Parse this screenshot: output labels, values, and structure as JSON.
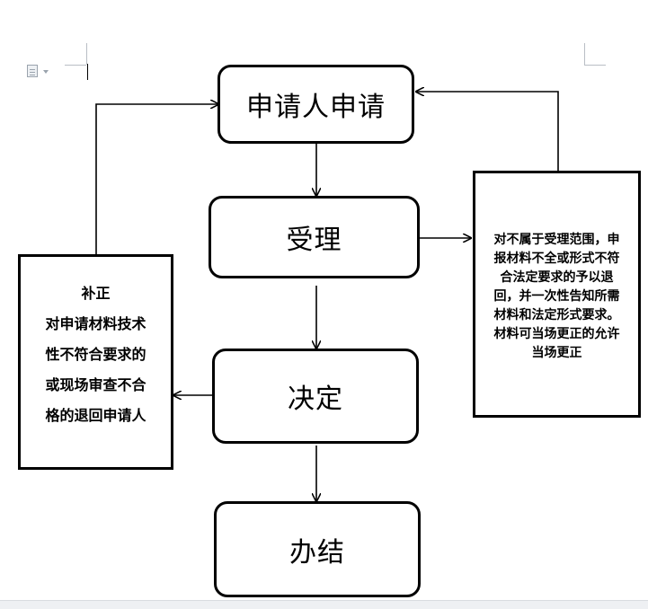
{
  "flow": {
    "apply": "申请人申请",
    "accept": "受理",
    "decide": "决定",
    "complete": "办结"
  },
  "notes": {
    "correction": [
      "补正",
      "对申请材料技术",
      "性不符合要求的",
      "或现场审查不合",
      "格的退回申请人"
    ],
    "rejection": [
      "对不属于受理范围，申",
      "报材料不全或形式不符",
      "合法定要求的予以退",
      "回，并一次性告知所需",
      "材料和法定形式要求。",
      "材料可当场更正的允许",
      "当场更正"
    ]
  },
  "icons": {
    "document": "document-icon",
    "dropdown": "chevron-down-icon"
  }
}
